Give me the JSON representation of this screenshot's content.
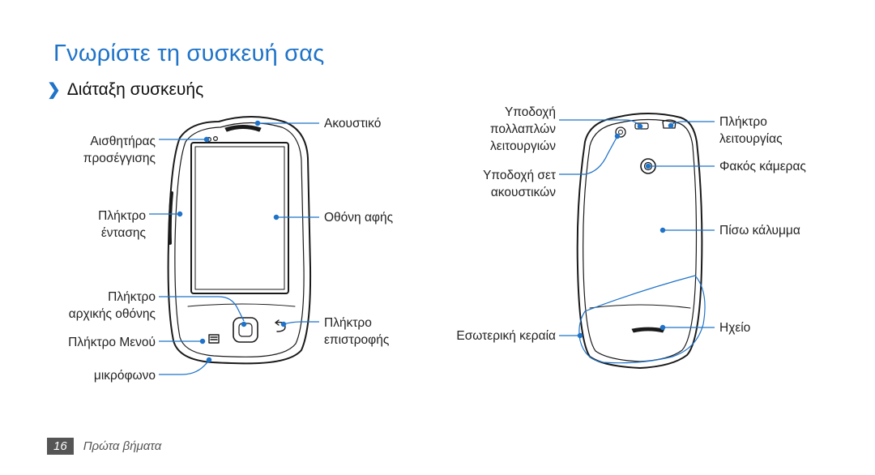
{
  "page": {
    "title": "Γνωρίστε τη συσκευή σας",
    "subtitle": "Διάταξη συσκευής",
    "subtitle_icon": "chevron-right-icon"
  },
  "front_labels": {
    "sensor_l1": "Αισθητήρας",
    "sensor_l2": "προσέγγισης",
    "volume_l1": "Πλήκτρο",
    "volume_l2": "έντασης",
    "home_l1": "Πλήκτρο",
    "home_l2": "αρχικής οθόνης",
    "menu": "Πλήκτρο Μενού",
    "mic": "μικρόφωνο",
    "earpiece": "Ακουστικό",
    "touchscreen": "Οθόνη αφής",
    "back_l1": "Πλήκτρο",
    "back_l2": "επιστροφής"
  },
  "back_labels": {
    "mf_l1": "Υποδοχή",
    "mf_l2": "πολλαπλών",
    "mf_l3": "λειτουργιών",
    "headset_l1": "Υποδοχή σετ",
    "headset_l2": "ακουστικών",
    "antenna": "Εσωτερική κεραία",
    "power_l1": "Πλήκτρο",
    "power_l2": "λειτουργίας",
    "camera": "Φακός κάμερας",
    "cover": "Πίσω κάλυμμα",
    "speaker": "Ηχείο"
  },
  "footer": {
    "page_number": "16",
    "section": "Πρώτα βήματα"
  },
  "colors": {
    "accent": "#1f73c8",
    "text": "#1a1a1a",
    "footer_box": "#555555"
  }
}
